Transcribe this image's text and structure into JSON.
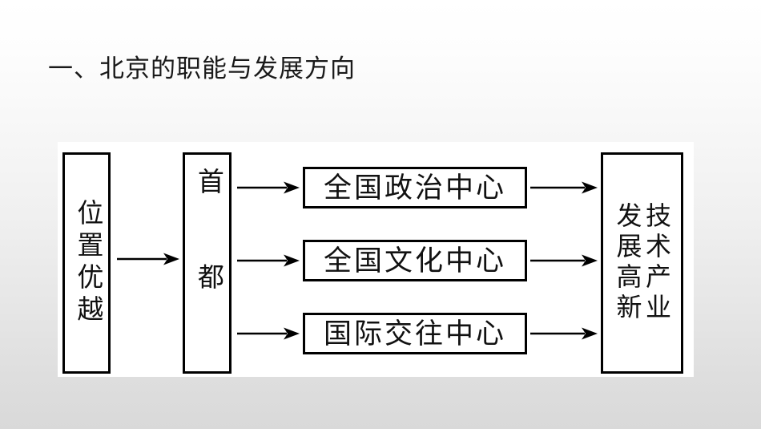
{
  "slide": {
    "title": "一、北京的职能与发展方向",
    "background_top_color": "#ffffff",
    "background_bottom_color": "#d9d9d9",
    "panel_color": "#ffffff",
    "line_color": "#000000"
  },
  "diagram": {
    "type": "flow-diagram",
    "nodes": {
      "origin": {
        "label": "位置优越",
        "orientation": "vertical"
      },
      "capital": {
        "label": "首都",
        "orientation": "vertical"
      },
      "functions": [
        {
          "label": "全国政治中心",
          "orientation": "horizontal"
        },
        {
          "label": "全国文化中心",
          "orientation": "horizontal"
        },
        {
          "label": "国际交往中心",
          "orientation": "horizontal"
        }
      ],
      "target": {
        "label": "发展高新技术产业",
        "orientation": "vertical",
        "column_right": "技术产业",
        "column_left": "发展高新"
      }
    },
    "arrows": [
      {
        "name": "origin-to-capital",
        "glyph": "arrow-right-icon"
      },
      {
        "name": "capital-to-political",
        "glyph": "arrow-right-icon"
      },
      {
        "name": "capital-to-cultural",
        "glyph": "arrow-right-icon"
      },
      {
        "name": "capital-to-international",
        "glyph": "arrow-right-icon"
      },
      {
        "name": "political-to-target",
        "glyph": "arrow-right-icon"
      },
      {
        "name": "cultural-to-target",
        "glyph": "arrow-right-icon"
      },
      {
        "name": "international-to-target",
        "glyph": "arrow-right-icon"
      }
    ]
  }
}
